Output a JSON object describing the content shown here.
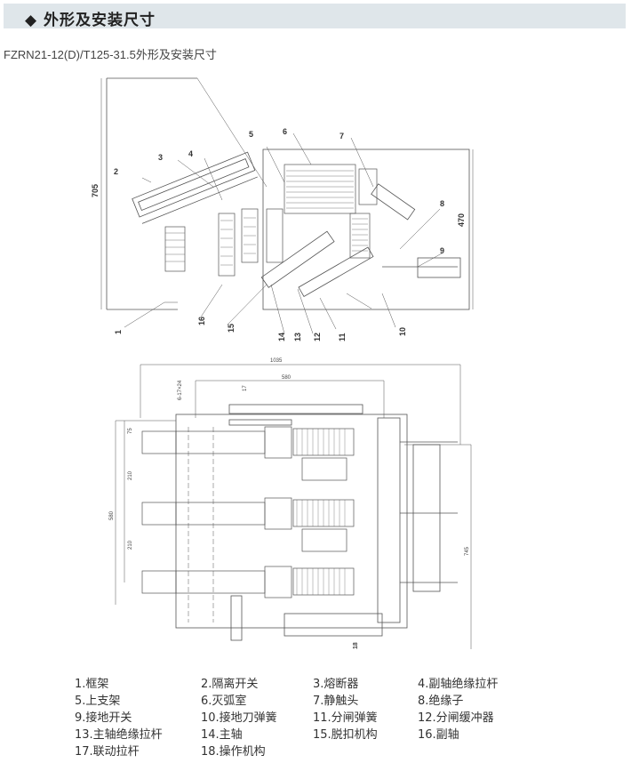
{
  "header": {
    "bullet": "◆",
    "title": "外形及安装尺寸"
  },
  "subtitle": "FZRN21-12(D)/T125-31.5外形及安装尺寸",
  "side_view": {
    "dimensions": {
      "height": "705",
      "right": "470"
    },
    "callouts": [
      "1",
      "2",
      "3",
      "4",
      "5",
      "6",
      "7",
      "8",
      "9",
      "10",
      "11",
      "12",
      "13",
      "14",
      "15",
      "16"
    ]
  },
  "top_view": {
    "dimensions": {
      "overall_width": "1035",
      "hole_spacing": "580",
      "holes": "6-17×24",
      "left_total": "580",
      "top_offset": "75",
      "pitch_1": "210",
      "pitch_2": "210",
      "right_depth": "745"
    },
    "callouts": [
      "17",
      "18"
    ]
  },
  "legend": [
    "1.框架",
    "2.隔离开关",
    "3.熔断器",
    "4.副轴绝缘拉杆",
    "5.上支架",
    "6.灭弧室",
    "7.静触头",
    "8.绝缘子",
    "9.接地开关",
    "10.接地刀弹簧",
    "11.分闸弹簧",
    "12.分闸缓冲器",
    "13.主轴绝缘拉杆",
    "14.主轴",
    "15.脱扣机构",
    "16.副轴",
    "17.联动拉杆",
    "18.操作机构"
  ]
}
